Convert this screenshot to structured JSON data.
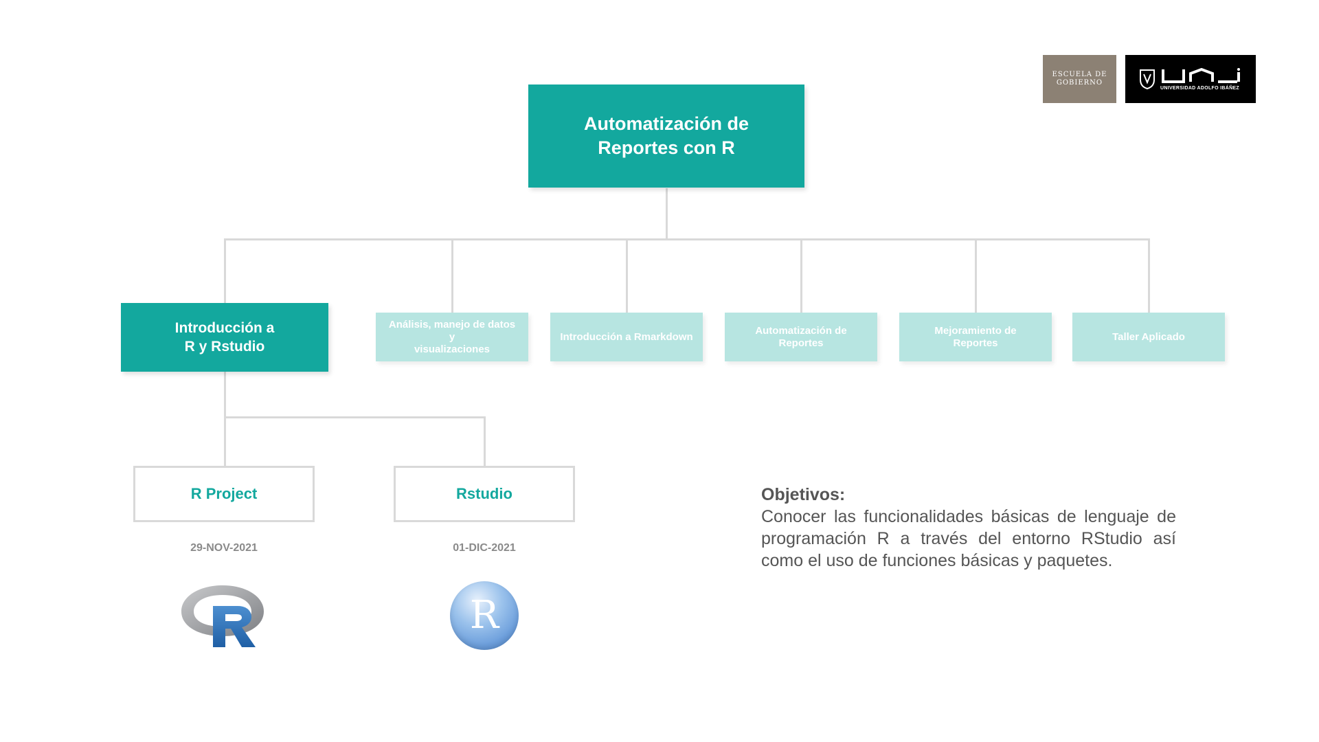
{
  "logos": {
    "escuela": {
      "line1": "ESCUELA DE",
      "line2": "GOBIERNO"
    },
    "uai": {
      "caption": "UNIVERSIDAD ADOLFO IBÁÑEZ"
    }
  },
  "root": {
    "line1": "Automatización de",
    "line2": "Reportes con R"
  },
  "modules": [
    {
      "line1": "Introducción a",
      "line2": "R y Rstudio"
    },
    {
      "line1": "Análisis, manejo de datos y",
      "line2": "visualizaciones"
    },
    {
      "line1": "Introducción a Rmarkdown",
      "line2": ""
    },
    {
      "line1": "Automatización de",
      "line2": "Reportes"
    },
    {
      "line1": "Mejoramiento de",
      "line2": "Reportes"
    },
    {
      "line1": "Taller Aplicado",
      "line2": ""
    }
  ],
  "sessions": [
    {
      "label": "R Project",
      "date": "29-NOV-2021",
      "icon": "r-project-logo-icon"
    },
    {
      "label": "Rstudio",
      "date": "01-DIC-2021",
      "icon": "rstudio-logo-icon",
      "icon_letter": "R"
    }
  ],
  "objectives": {
    "title": "Objetivos:",
    "body": "Conocer las funcionalidades básicas de lenguaje de programación R a través del entorno RStudio así como el uso de funciones básicas y paquetes."
  },
  "colors": {
    "teal": "#13a89e",
    "light_teal": "#b7e5e1",
    "connector": "#d9d9d9",
    "text_gray": "#555555"
  }
}
